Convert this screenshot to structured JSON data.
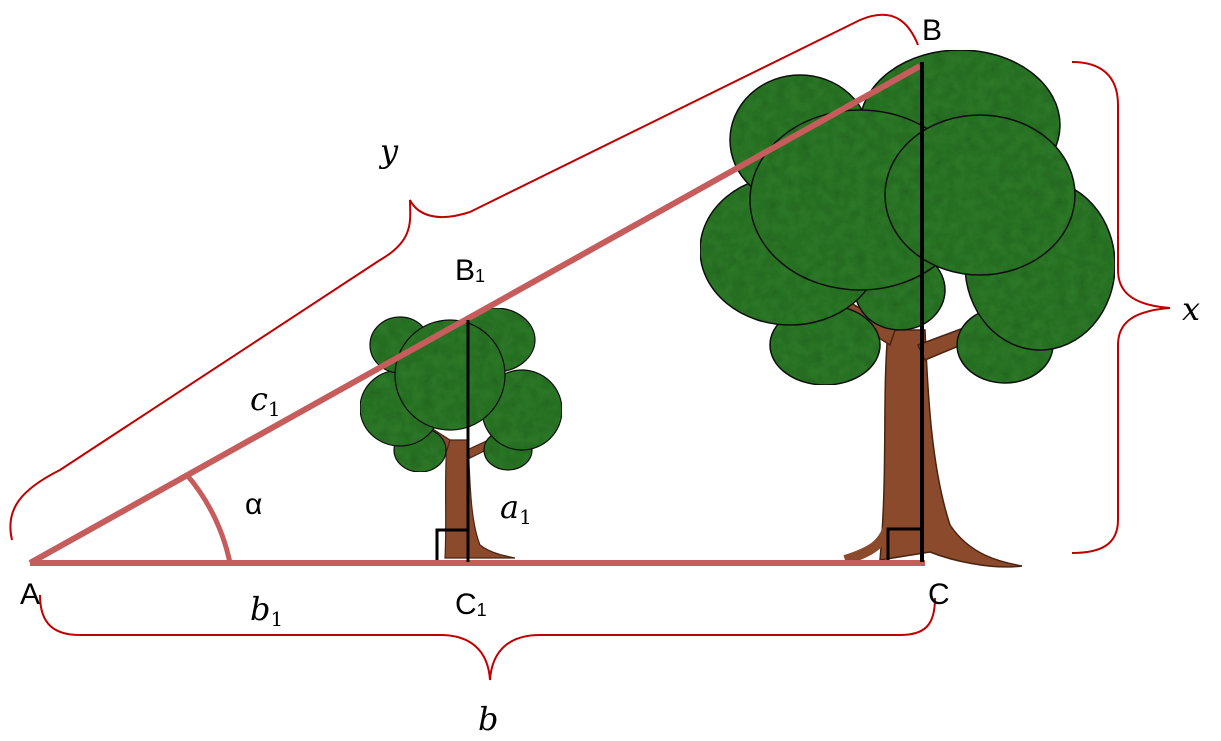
{
  "points": {
    "A": "A",
    "B": "B",
    "C": "C",
    "B1": {
      "base": "B",
      "sub": "1"
    },
    "C1": {
      "base": "C",
      "sub": "1"
    }
  },
  "angle_label": "α",
  "segments": {
    "c1": {
      "base": "c",
      "sub": "1"
    },
    "a1": {
      "base": "a",
      "sub": "1"
    },
    "b1": {
      "base": "b",
      "sub": "1"
    }
  },
  "brackets": {
    "y": "y",
    "x": "x",
    "b": "b"
  },
  "colors": {
    "triangle": "#c75c5c",
    "bracket": "#c00000",
    "leaf": "#2f7d2a",
    "leaf_dark": "#1f5a1c",
    "trunk": "#8b4a2b",
    "height_line": "#000000"
  },
  "icons": [
    "small-tree-icon",
    "large-tree-icon",
    "right-angle-mark-icon"
  ]
}
